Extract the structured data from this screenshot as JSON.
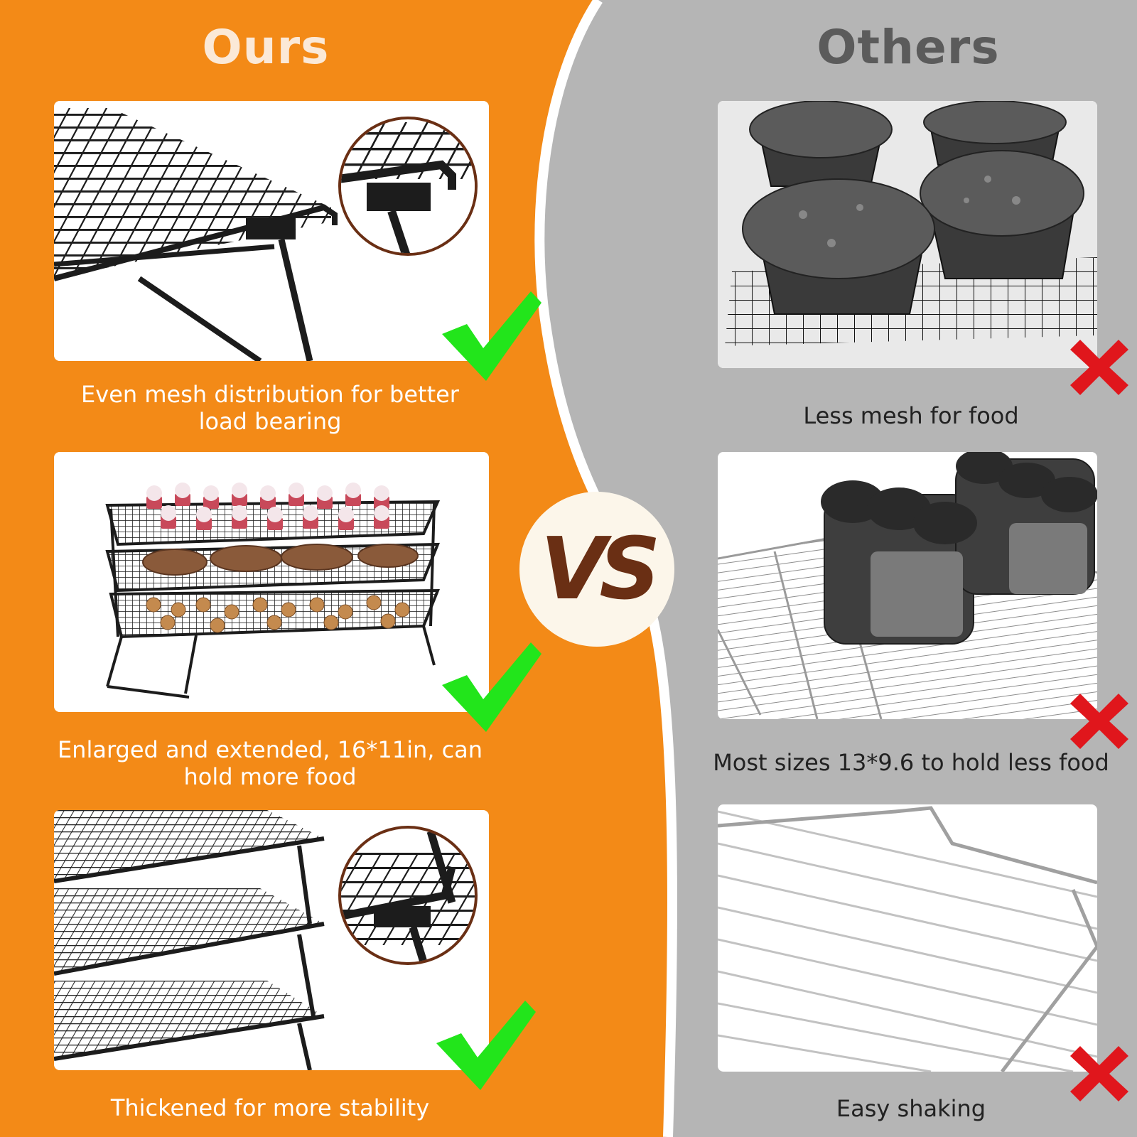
{
  "colors": {
    "orange": "#f38a17",
    "gray": "#b5b5b5",
    "divider": "#ffffff",
    "ours_heading": "#fbe9d7",
    "others_heading": "#5b5b5b",
    "brown": "#6a2f14",
    "check": "#22e51b",
    "cross": "#e0161c",
    "badge": "#fcf6ea"
  },
  "ours": {
    "heading": "Ours",
    "items": [
      {
        "caption": "Even mesh distribution for better load bearing",
        "image": "black-wire-rack-corner-closeup",
        "mark": "check-icon"
      },
      {
        "caption": "Enlarged and extended, 16*11in, can hold more food",
        "image": "three-tier-rack-with-cupcakes-bread-cookies",
        "mark": "check-icon"
      },
      {
        "caption": "Thickened for more stability",
        "image": "stacked-black-racks-with-leg-closeup",
        "mark": "check-icon"
      }
    ]
  },
  "others": {
    "heading": "Others",
    "items": [
      {
        "caption": "Less mesh for food",
        "image": "muffins-on-sparse-wire-rack",
        "mark": "cross-icon"
      },
      {
        "caption": "Most sizes 13*9.6 to hold less food",
        "image": "bread-loaves-on-silver-rack",
        "mark": "cross-icon"
      },
      {
        "caption": "Easy shaking",
        "image": "thin-silver-wire-rack",
        "mark": "cross-icon"
      }
    ]
  },
  "vs_label": "VS"
}
